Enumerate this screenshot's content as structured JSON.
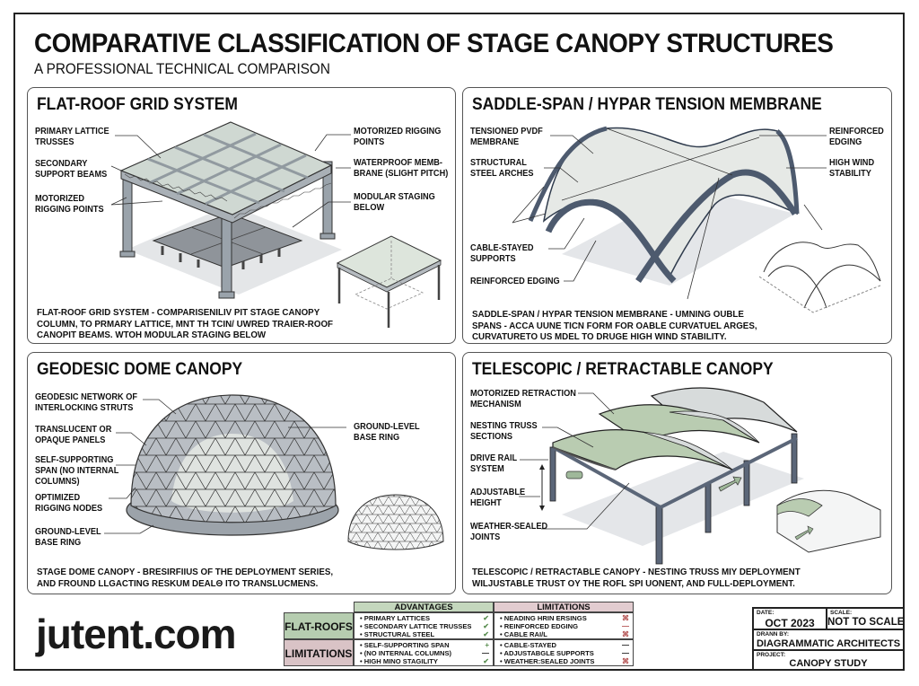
{
  "header": {
    "title": "COMPARATIVE CLASSIFICATION OF STAGE CANOPY STRUCTURES",
    "subtitle": "A PROFESSIONAL TECHNICAL COMPARISON"
  },
  "panels": {
    "flat_roof": {
      "title": "FLAT-ROOF GRID SYSTEM",
      "callouts_left": [
        "PRIMARY LATTICE\nTRUSSES",
        "SECONDARY\nSUPPORT BEAMS",
        "MOTORIZED\nRIGGING POINTS"
      ],
      "callouts_right": [
        "MOTORIZED RIGGING\nPOINTS",
        "WATERPROOF MEMB-\nBRANE (SLIGHT PITCH)",
        "MODULAR STAGING\nBELOW"
      ],
      "caption": "FLAT-ROOF GRID SYSTEM - COMPARISENILIV PIT STAGE CANOPY\nCOLUMN, TO PRMARY LATTICE, MNT TH TCIN/ UWRED TRAIER-ROOF\nCANOPIT BEAMS. WTOH MODULAR STAGING BELOW",
      "colors": {
        "roof": "#cfd8d2",
        "staging": "#8e9398",
        "steel": "#9aa3ab"
      }
    },
    "saddle_span": {
      "title": "SADDLE-SPAN / HYPAR TENSION MEMBRANE",
      "callouts_left": [
        "TENSIONED PVDF\nMEMBRANE",
        "STRUCTURAL\nSTEEL ARCHES",
        "CABLE-STAYED\nSUPPORTS",
        "REINFORCED EDGING"
      ],
      "callouts_right": [
        "REINFORCED\nEDGING",
        "HIGH WIND\nSTABILITY"
      ],
      "caption": "SADDLE-SPAN / HYPAR TENSION MEMBRANE - UMNING OUBLE\nSPANS - ACCA UUNE TICN FORM FOR OABLE CURVATUEL ARGES,\nCURVATURETO US MDEL TO DRUGE HIGH WIND STABILITY.",
      "colors": {
        "membrane": "#e6e9e6",
        "arch": "#4d5a6e"
      }
    },
    "geodesic": {
      "title": "GEODESIC DOME CANOPY",
      "callouts_left": [
        "GEODESIC NETWORK OF\nINTERLOCKING STRUTS",
        "TRANSLUCENT OR\nOPAQUE PANELS",
        "SELF-SUPPORTING\nSPAN (NO INTERNAL\nCOLUMNS)",
        "OPTIMIZED\nRIGGING NODES",
        "GROUND-LEVEL\nBASE RING"
      ],
      "callouts_right": [
        "GROUND-LEVEL\nBASE RING"
      ],
      "caption": "STAGE DOME CANOPY - BRESIRFIIUS OF THE DEPLOYMENT SERIES,\nAND FROUND LLGACTING RESKUM DEALΘ ITO TRANSLUCMENS.",
      "colors": {
        "dome": "#b9bec4",
        "dome_light": "#e3e7e3"
      }
    },
    "telescopic": {
      "title": "TELESCOPIC / RETRACTABLE CANOPY",
      "callouts_left": [
        "MOTORIZED RETRACTION\nMECHANISM",
        "NESTING TRUSS\nSECTIONS",
        "DRIVE RAIL\nSYSTEM",
        "ADJUSTABLE\nHEIGHT",
        "WEATHER-SEALED\nJOINTS"
      ],
      "caption": "TELESCOPIC / RETRACTABLE CANOPY - NESTING TRUSS MIY DEPLOYMENT\nWILJUSTABLE TRUST OY THE ROFL SPI UONENT, AND FULL-DEPLOYMENT.",
      "colors": {
        "section_green": "#b9ccb1",
        "section_grey": "#d7dbdb",
        "steel": "#5b6678"
      }
    }
  },
  "comparison_table": {
    "headers": {
      "advantages": "ADVANTAGES",
      "limitations": "LIMITATIONS"
    },
    "rows": [
      {
        "label": "FLAT-ROOFS",
        "label_color": "#b6cdb0",
        "advantages": [
          {
            "text": "PRIMARY LATTICES",
            "mark": "✔"
          },
          {
            "text": "SECONDARY LATTICE TRUSSES",
            "mark": "✔"
          },
          {
            "text": "STRUCTURAL STEEL",
            "mark": "✔"
          }
        ],
        "limitations": [
          {
            "text": "NEADING HRIN ERSINGS",
            "mark": "⌘"
          },
          {
            "text": "REINFORCED EDGING",
            "mark": "—"
          },
          {
            "text": "CABLE RAI/L",
            "mark": "⌘"
          }
        ]
      },
      {
        "label": "LIMITATIONS",
        "label_color": "#d9c3c6",
        "advantages": [
          {
            "text": "SELF-SUPPORTING SPAN",
            "mark": "+"
          },
          {
            "text": "(NO INTERNAL COLUMNS)",
            "mark": "—"
          },
          {
            "text": "HIGH MINO STAGILITY",
            "mark": "✔"
          }
        ],
        "limitations": [
          {
            "text": "CABLE-STAYED",
            "mark": "—"
          },
          {
            "text": "ADJUSTABGLE SUPPORTS",
            "mark": "—"
          },
          {
            "text": "WEATHER:SEALED JOINTS",
            "mark": "⌘"
          }
        ]
      }
    ],
    "colors": {
      "advantages_header": "#c4d7bd",
      "limitations_header": "#e2ccd0",
      "check": "#5b8f52",
      "cross": "#b04a4a"
    }
  },
  "title_block": {
    "date_label": "DATE:",
    "date": "OCT 2023",
    "scale_label": "SCALE:",
    "scale": "NOT TO SCALE",
    "drawn_by_label": "DRANN BY:",
    "drawn_by": "DIAGRAMMATIC ARCHITECTS",
    "project_label": "PROJECT:",
    "project": "CANOPY STUDY"
  },
  "watermark": "jutent.com"
}
